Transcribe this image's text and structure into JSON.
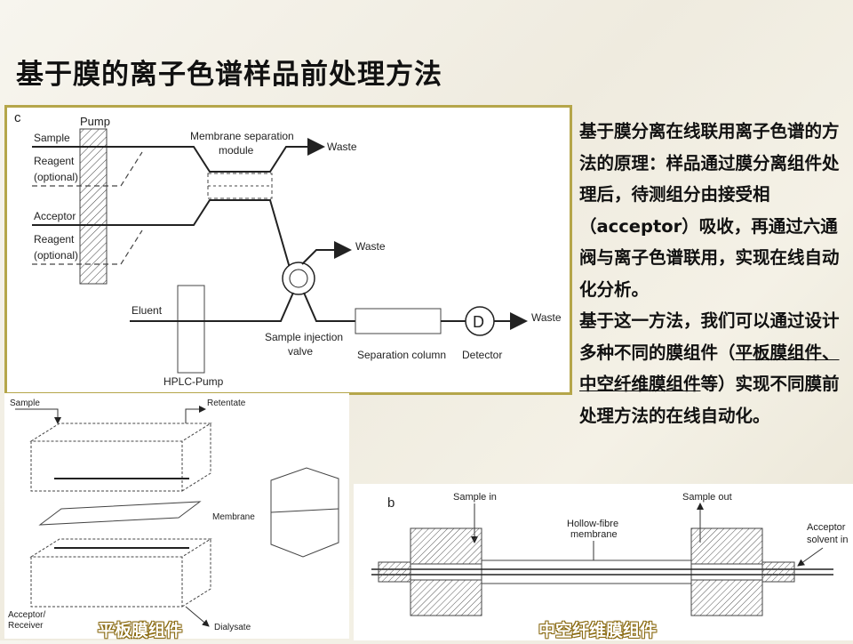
{
  "title": "基于膜的离子色谱样品前处理方法",
  "diagram_c": {
    "panel_letter": "c",
    "labels": {
      "pump": "Pump",
      "sample": "Sample",
      "reagent1_a": "Reagent",
      "reagent1_b": "(optional)",
      "acceptor": "Acceptor",
      "reagent2_a": "Reagent",
      "reagent2_b": "(optional)",
      "module_a": "Membrane separation",
      "module_b": "module",
      "waste1": "Waste",
      "waste2": "Waste",
      "waste3": "Waste",
      "eluent": "Eluent",
      "hplc_pump": "HPLC-Pump",
      "valve_a": "Sample injection",
      "valve_b": "valve",
      "column": "Separation column",
      "detector_letter": "D",
      "detector": "Detector"
    }
  },
  "diagram_flat": {
    "sample": "Sample",
    "retentate": "Retentate",
    "membrane": "Membrane",
    "acceptor_a": "Acceptor/",
    "acceptor_b": "Receiver",
    "dialysate": "Dialysate",
    "caption": "平板膜组件"
  },
  "diagram_hollow": {
    "panel_letter": "b",
    "sample_in": "Sample in",
    "sample_out": "Sample out",
    "fibre_a": "Hollow-fibre",
    "fibre_b": "membrane",
    "acceptor_a": "Acceptor",
    "acceptor_b": "solvent in",
    "caption": "中空纤维膜组件"
  },
  "description": {
    "para1": "基于膜分离在线联用离子色谱的方法的原理：样品通过膜分离组件处理后，待测组分由接受相（acceptor）吸收，再通过六通阀与离子色谱联用，实现在线自动化分析。",
    "para2_pre": "基于这一方法，我们可以通过设计多种不同的膜组件（",
    "para2_link": "平板膜组件、中空纤维膜组件",
    "para2_post": "等）实现不同膜前处理方法的在线自动化。"
  }
}
